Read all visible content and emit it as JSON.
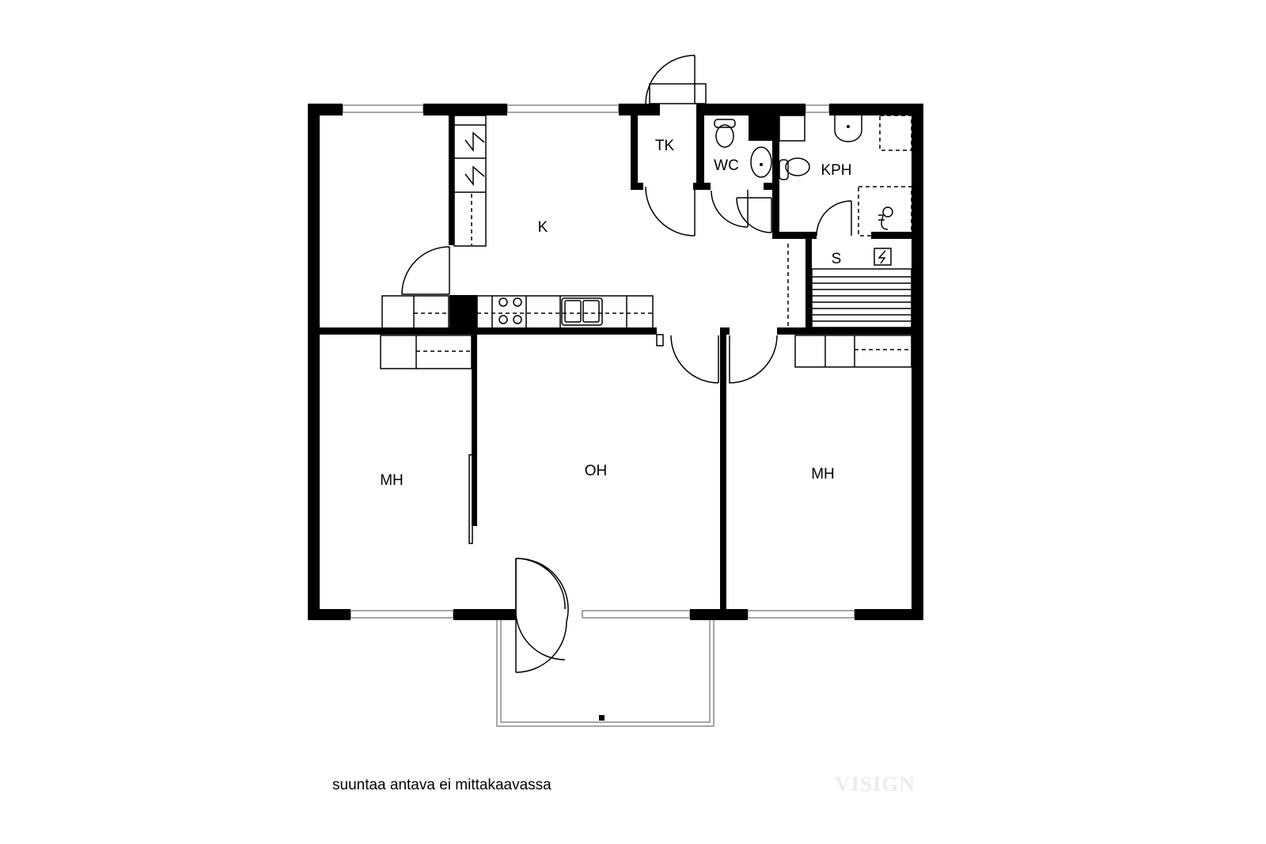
{
  "rooms": {
    "kitchen": "K",
    "storage": "TK",
    "toilet": "WC",
    "bathroom": "KPH",
    "sauna": "S",
    "living_room": "OH",
    "bedroom_left": "MH",
    "bedroom_right": "MH"
  },
  "footer": {
    "note": "suuntaa antava ei mittakaavassa",
    "logo": "VISIGN"
  }
}
